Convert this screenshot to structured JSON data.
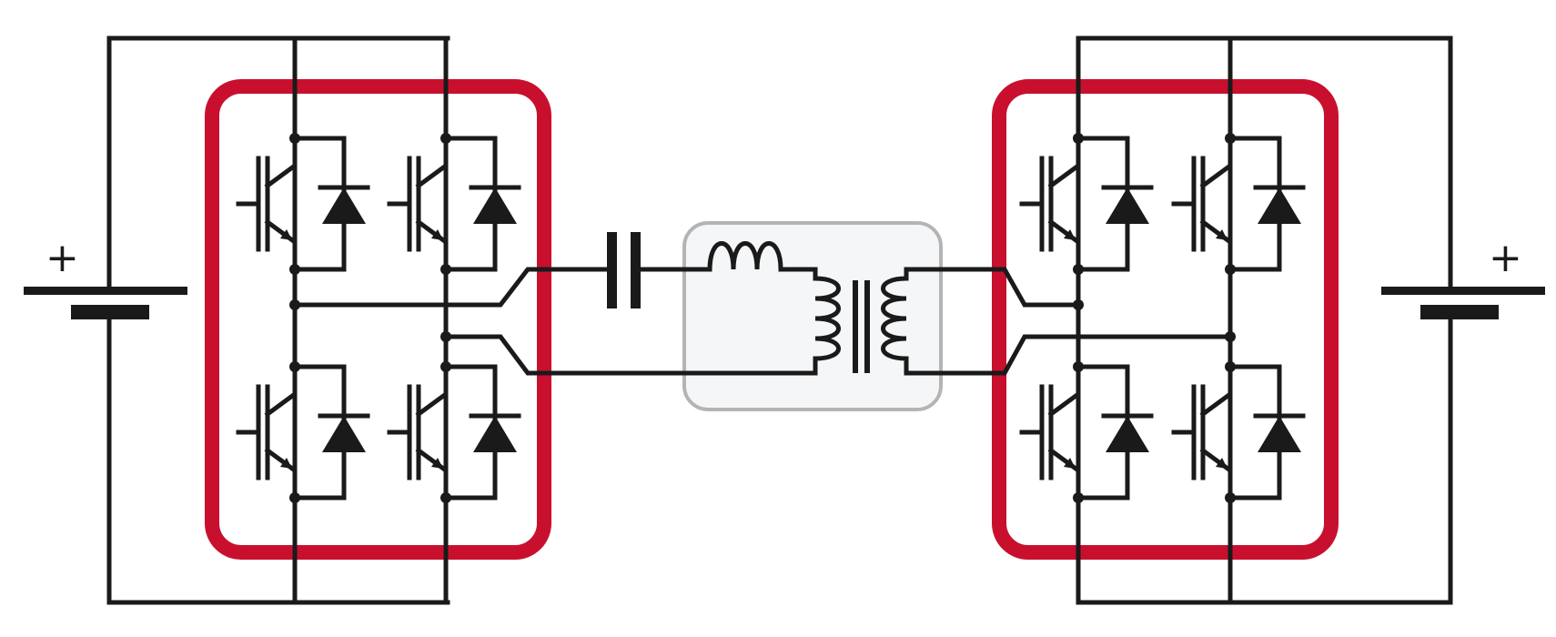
{
  "diagram": {
    "left_battery": {
      "polarity_label": "+"
    },
    "right_battery": {
      "polarity_label": "+"
    },
    "colors": {
      "bridge_frame": "#c8102e",
      "tank_fill": "#f5f6f8",
      "tank_border": "#b4b4b4",
      "wire": "#1a1a1a"
    },
    "components": {
      "left_bridge_switches": 4,
      "right_bridge_switches": 4,
      "series_capacitor": 1,
      "series_inductor": 1,
      "transformer": 1
    }
  }
}
